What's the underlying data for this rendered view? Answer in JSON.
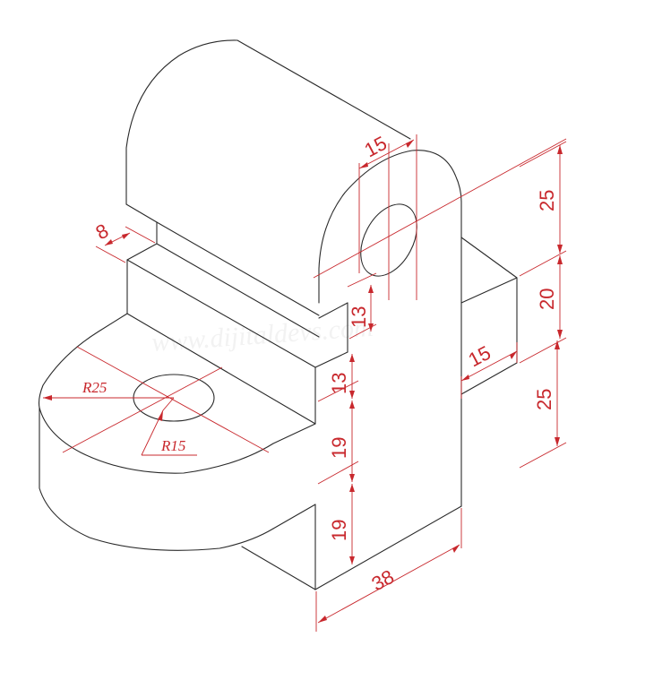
{
  "drawing": {
    "type": "isometric-technical-drawing",
    "watermark": "www.dijitaldevs.com",
    "colors": {
      "outline": "#2a2a2a",
      "dimension": "#c8282d",
      "background": "#ffffff"
    }
  },
  "dimensions": {
    "top_hole_width": "15",
    "slot_depth": "8",
    "right_top_height": "25",
    "right_mid_height": "20",
    "right_bottom_height": "25",
    "step_height_upper": "13",
    "step_height_lower": "13",
    "base_height_upper": "19",
    "base_height_lower": "19",
    "rib_width": "15",
    "base_length": "38",
    "outer_radius": "R25",
    "hole_radius": "R15"
  }
}
